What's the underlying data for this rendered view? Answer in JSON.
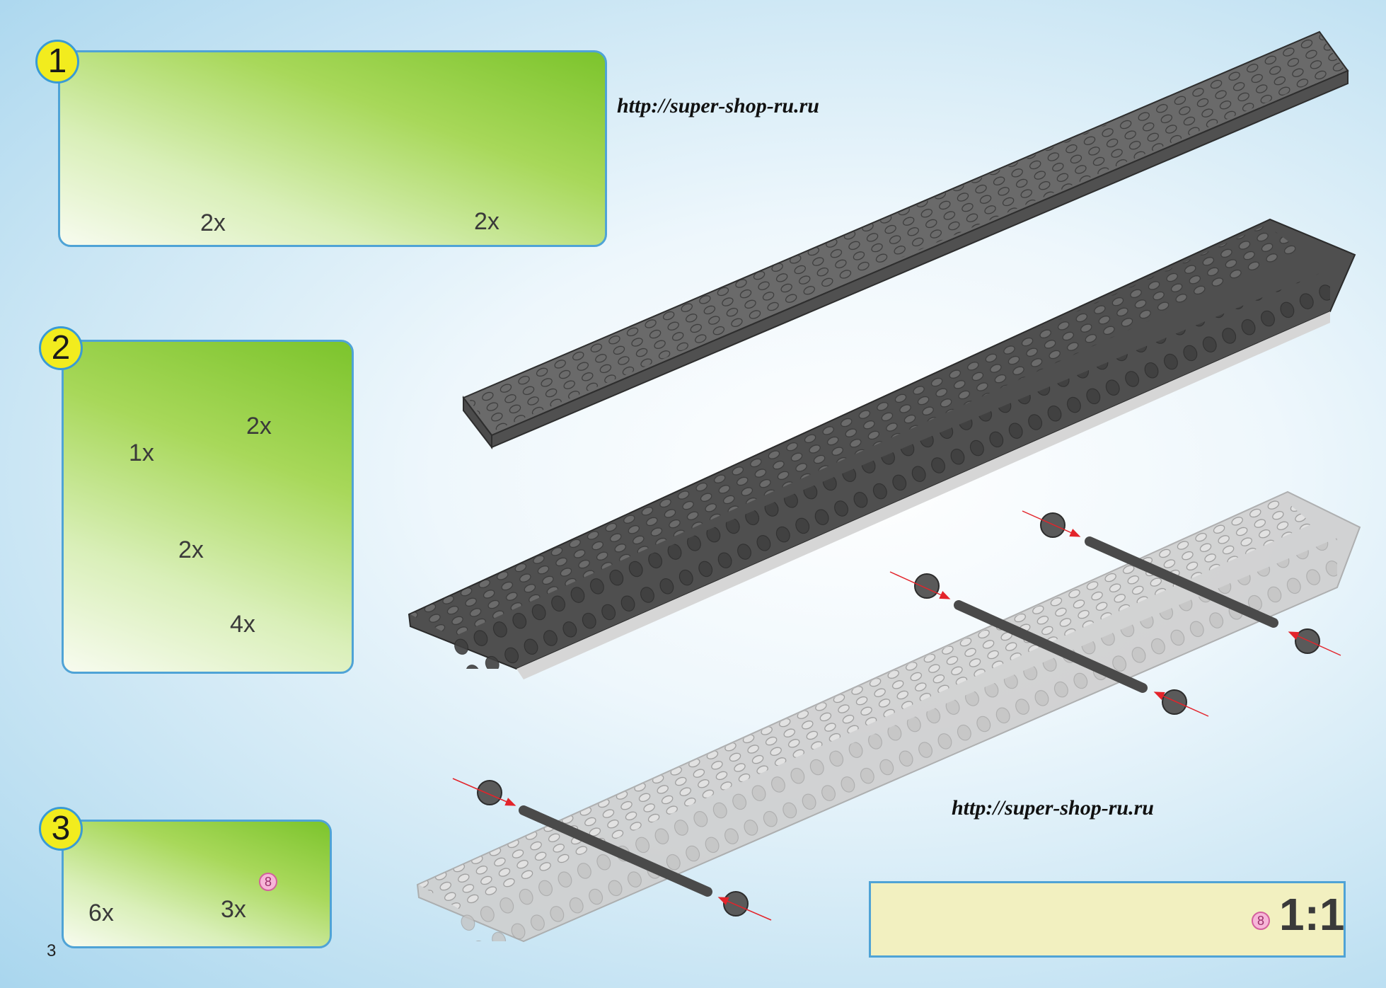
{
  "steps": [
    {
      "number": "1",
      "quantities": [
        "2x",
        "2x"
      ]
    },
    {
      "number": "2",
      "quantities": [
        "1x",
        "2x",
        "2x",
        "4x"
      ]
    },
    {
      "number": "3",
      "quantities": [
        "6x",
        "3x"
      ],
      "axle_marker": "8"
    }
  ],
  "watermarks": [
    "http://super-shop-ru.ru",
    "http://super-shop-ru.ru"
  ],
  "scale": {
    "marker": "8",
    "label": "1:1"
  },
  "page_number": "3",
  "colors": {
    "panel_border": "#4fa3d6",
    "panel_green": "#7cc42c",
    "badge_yellow": "#f2ec1e",
    "brick_dark": "#5a5a5a",
    "brick_light": "#d4d4d4",
    "arrow_red": "#e3242b"
  }
}
